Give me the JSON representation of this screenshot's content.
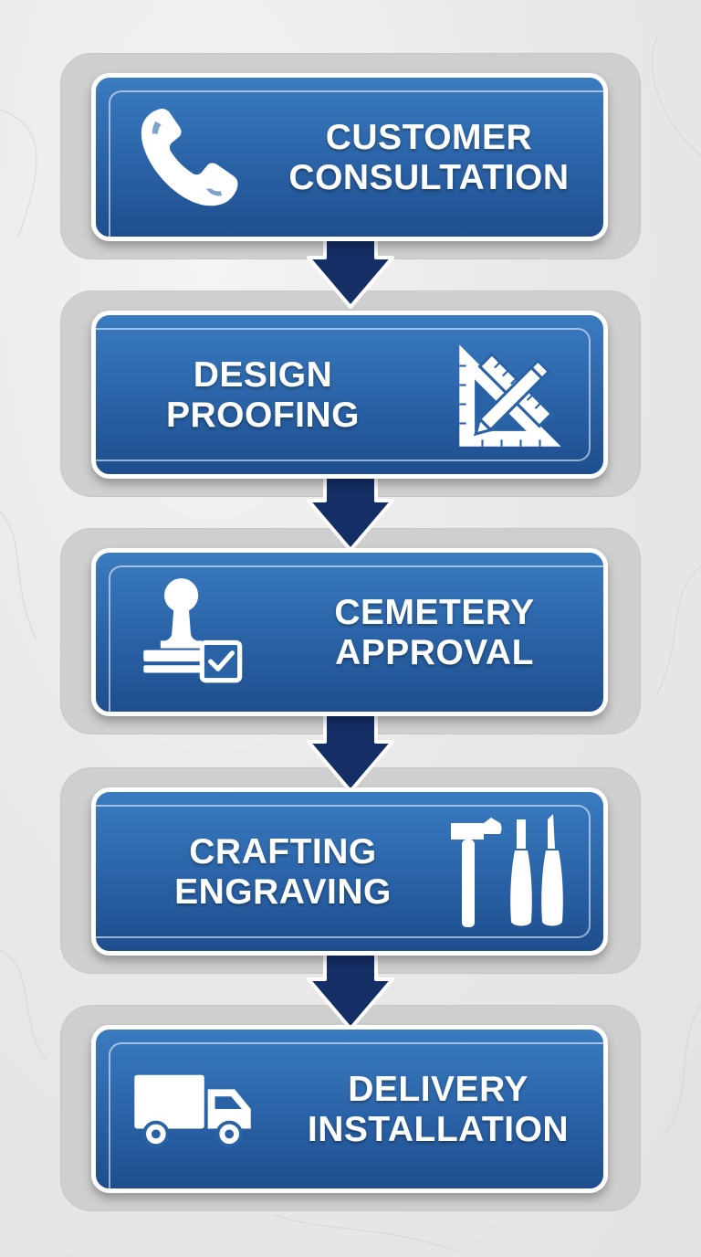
{
  "steps": [
    {
      "line1": "CUSTOMER",
      "line2": "CONSULTATION",
      "icon": "phone-icon",
      "icon_side": "left"
    },
    {
      "line1": "DESIGN",
      "line2": "PROOFING",
      "icon": "ruler-pencil-icon",
      "icon_side": "right"
    },
    {
      "line1": "CEMETERY",
      "line2": "APPROVAL",
      "icon": "stamp-approval-icon",
      "icon_side": "left"
    },
    {
      "line1": "CRAFTING",
      "line2": "ENGRAVING",
      "icon": "tools-icon",
      "icon_side": "right"
    },
    {
      "line1": "DELIVERY",
      "line2": "INSTALLATION",
      "icon": "truck-icon",
      "icon_side": "left"
    }
  ],
  "colors": {
    "card_top": "#3a7bc0",
    "card_bottom": "#1e4e8e",
    "arrow": "#152f66",
    "frame": "#cfcfcf",
    "text": "#ffffff"
  }
}
